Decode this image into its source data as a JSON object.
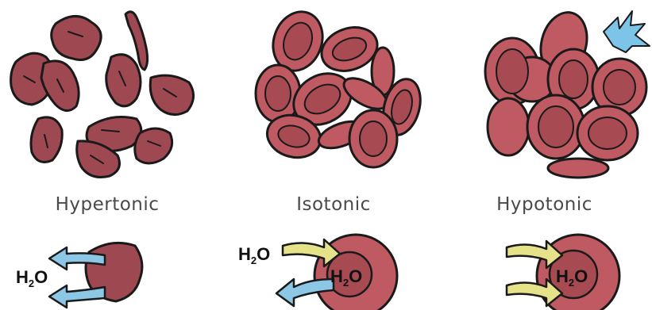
{
  "panels": [
    {
      "id": "hypertonic",
      "caption": "Hypertonic"
    },
    {
      "id": "isotonic",
      "caption": "Isotonic"
    },
    {
      "id": "hypotonic",
      "caption": "Hypotonic"
    }
  ],
  "water": {
    "main": "H",
    "sub": "2",
    "end": "O"
  },
  "colors": {
    "cell_fill": "#c05a62",
    "cell_inner": "#a84a52",
    "shrunk_fill": "#9e4852",
    "outline": "#1a1a1a",
    "arrow_out": "#8cc8e6",
    "arrow_in": "#e6e28a",
    "burst": "#7cc4e8",
    "caption": "#4a4a4a"
  }
}
